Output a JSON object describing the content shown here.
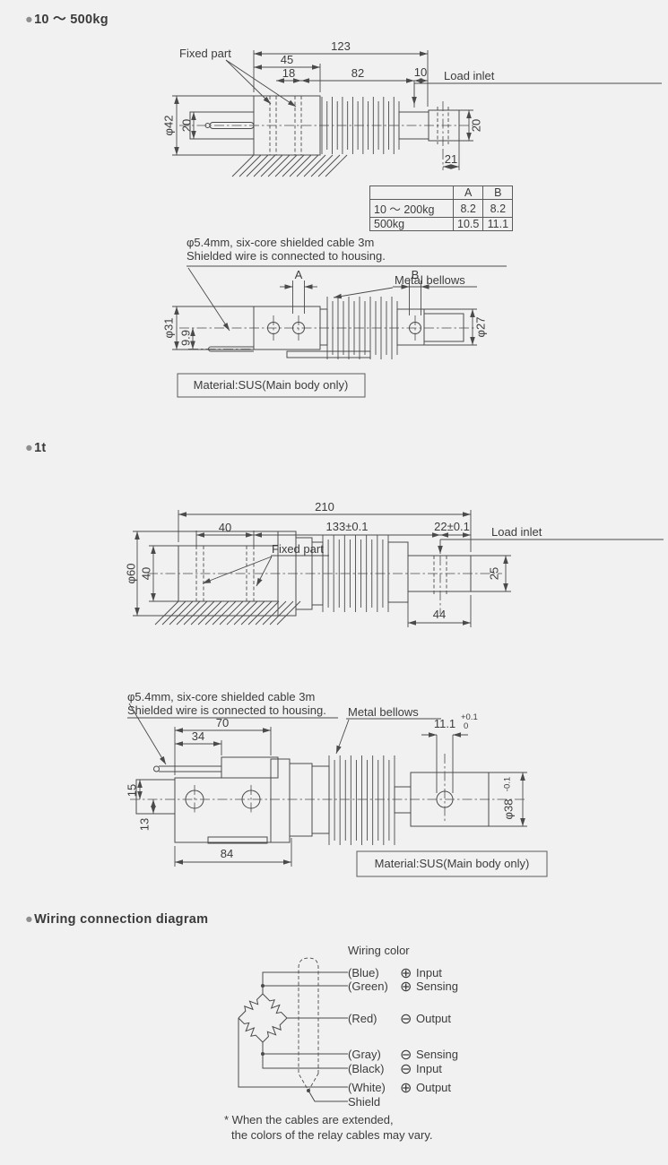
{
  "page": {
    "bullet": "●",
    "bg": "#f1f1f1",
    "line_color": "#4a4a4a",
    "text_color": "#3c3c3c"
  },
  "section1": {
    "header": "10 ～ 500kg",
    "drawing1": {
      "fixed_part": "Fixed part",
      "load_inlet": "Load inlet",
      "dim_123": "123",
      "dim_45": "45",
      "dim_18": "18",
      "dim_82": "82",
      "dim_10": "10",
      "dim_dia42": "φ42",
      "dim_20_left": "20",
      "dim_20_right": "20",
      "dim_21": "21"
    },
    "table": {
      "col_a": "A",
      "col_b": "B",
      "rows": [
        {
          "label": "10 ～ 200kg",
          "a": "8.2",
          "b": "8.2"
        },
        {
          "label": "500kg",
          "a": "10.5",
          "b": "11.1"
        }
      ]
    },
    "cable_note_1": "φ5.4mm, six-core shielded cable 3m",
    "cable_note_2": "Shielded wire is connected to housing.",
    "drawing2": {
      "dim_a": "A",
      "dim_b": "B",
      "metal_bellows": "Metal bellows",
      "dim_dia31": "φ31",
      "dim_99": "9.9",
      "dim_dia27": "φ27"
    },
    "material": "Material:SUS(Main body only)"
  },
  "section2": {
    "header": "1t",
    "drawing3": {
      "dim_210": "210",
      "dim_40_top": "40",
      "dim_133": "133±0.1",
      "dim_22": "22±0.1",
      "fixed_part": "Fixed part",
      "load_inlet": "Load inlet",
      "dim_dia60": "φ60",
      "dim_40_dia": "40",
      "dim_25": "25",
      "dim_44": "44"
    },
    "cable_note_1": "φ5.4mm, six-core shielded cable 3m",
    "cable_note_2": "Shielded wire is connected to housing.",
    "drawing4": {
      "metal_bellows": "Metal bellows",
      "dim_70": "70",
      "dim_34": "34",
      "dim_111": "11.1",
      "dim_111_tol_upper": "+0.1",
      "dim_111_tol_lower": "0",
      "dim_15": "15",
      "dim_13": "13",
      "dim_84": "84",
      "dim_dia38": "φ38",
      "dim_dia38_tol": "-0.1"
    },
    "material": "Material:SUS(Main body only)"
  },
  "section3": {
    "header": "Wiring connection diagram",
    "title": "Wiring color",
    "rows": [
      {
        "color": "(Blue)",
        "sign": "⊕",
        "label": "Input"
      },
      {
        "color": "(Green)",
        "sign": "⊕",
        "label": "Sensing"
      },
      {
        "color": "(Red)",
        "sign": "⊖",
        "label": "Output"
      },
      {
        "color": "(Gray)",
        "sign": "⊖",
        "label": "Sensing"
      },
      {
        "color": "(Black)",
        "sign": "⊖",
        "label": "Input"
      },
      {
        "color": "(White)",
        "sign": "⊕",
        "label": "Output"
      }
    ],
    "shield": "Shield",
    "note_1": "* When the cables are extended,",
    "note_2": "the colors of the relay cables may vary."
  }
}
